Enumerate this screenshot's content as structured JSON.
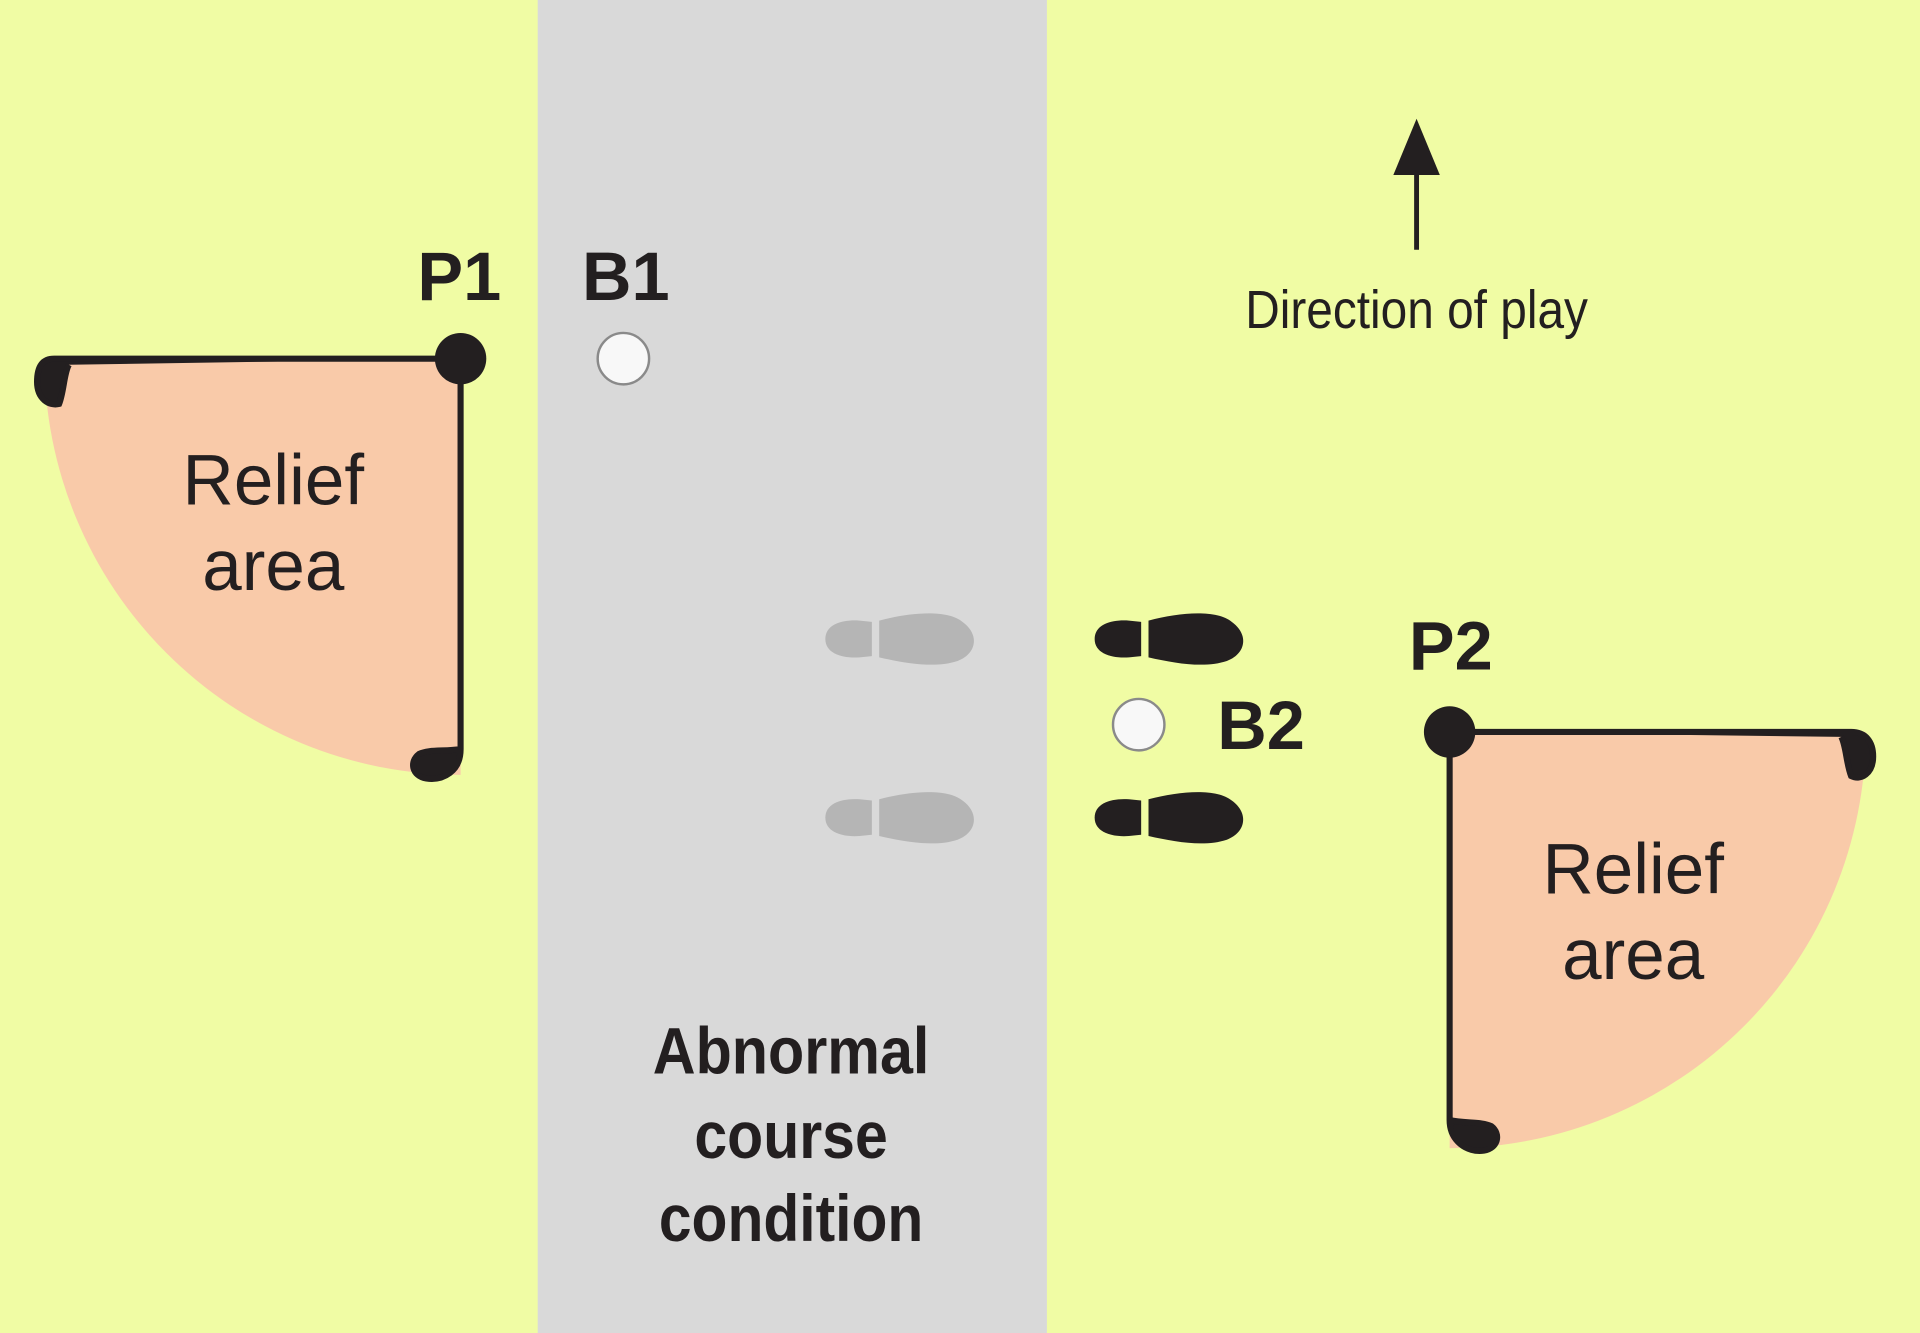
{
  "labels": {
    "p1": "P1",
    "p2": "P2",
    "b1": "B1",
    "b2": "B2",
    "relief_left": [
      "Relief",
      "area"
    ],
    "relief_right": [
      "Relief",
      "area"
    ],
    "direction": "Direction of play",
    "abnormal": [
      "Abnormal",
      "course",
      "condition"
    ]
  },
  "colors": {
    "grass": "#f0fca4",
    "abnormal_area": "#d9d9d9",
    "relief_area": "#f9caa9",
    "ink": "#231f20",
    "ghost_footprint": "#b5b5b5"
  }
}
